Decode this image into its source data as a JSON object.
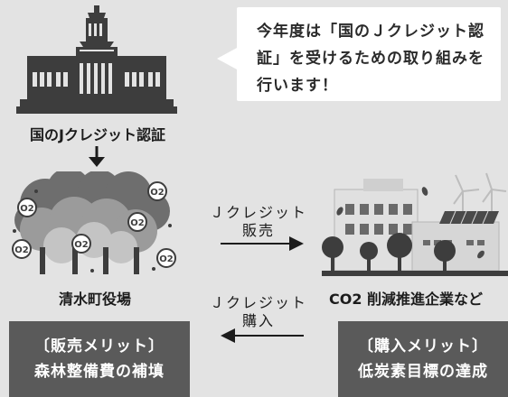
{
  "bubble": {
    "lines": [
      "今年度は「国のＪクレジット認",
      "証」を受けるための取り組みを",
      "行います！"
    ]
  },
  "diet": {
    "caption": "国のJクレジット認証"
  },
  "forest": {
    "caption": "清水町役場",
    "o2_label": "O2"
  },
  "factory": {
    "caption": "CO2 削減推進企業など"
  },
  "sale_arrow": {
    "line1": "Ｊクレジット",
    "line2": "販売"
  },
  "buy_arrow": {
    "line1": "Ｊクレジット",
    "line2": "購入"
  },
  "sale_box": {
    "title": "〔販売メリット〕",
    "text": "森林整備費の補填"
  },
  "buy_box": {
    "title": "〔購入メリット〕",
    "text": "低炭素目標の達成"
  },
  "colors": {
    "background": "#e3e3e3",
    "box": "#5a5a5a",
    "icon": "#3d3d3d",
    "bubble": "#ffffff"
  }
}
